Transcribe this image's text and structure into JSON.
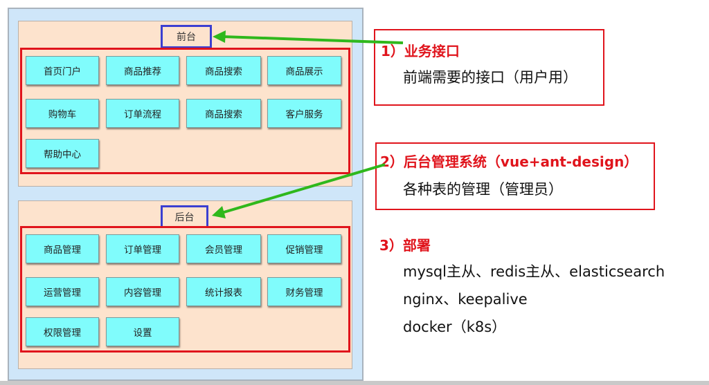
{
  "frontend": {
    "title": "前台",
    "tiles": [
      "首页门户",
      "商品推荐",
      "商品搜索",
      "商品展示",
      "购物车",
      "订单流程",
      "商品搜索",
      "客户服务",
      "帮助中心"
    ]
  },
  "backend": {
    "title": "后台",
    "tiles": [
      "商品管理",
      "订单管理",
      "会员管理",
      "促销管理",
      "运营管理",
      "内容管理",
      "统计报表",
      "财务管理",
      "权限管理",
      "设置"
    ]
  },
  "callouts": {
    "c1": {
      "heading": "1）业务接口",
      "desc": "前端需要的接口（用户用）"
    },
    "c2": {
      "heading": "2）后台管理系统（vue+ant-design）",
      "desc": "各种表的管理（管理员）"
    },
    "c3": {
      "heading": "3）部署",
      "lines": [
        "mysql主从、redis主从、elasticsearch",
        "nginx、keepalive",
        "docker（k8s）"
      ]
    }
  },
  "colors": {
    "arrow": "#2fb81c",
    "highlight": "#e0141c",
    "title_border": "#3b3fd1",
    "tile": "#80fcfc",
    "panel": "#fde3cd",
    "outer": "#cfe6f9"
  }
}
